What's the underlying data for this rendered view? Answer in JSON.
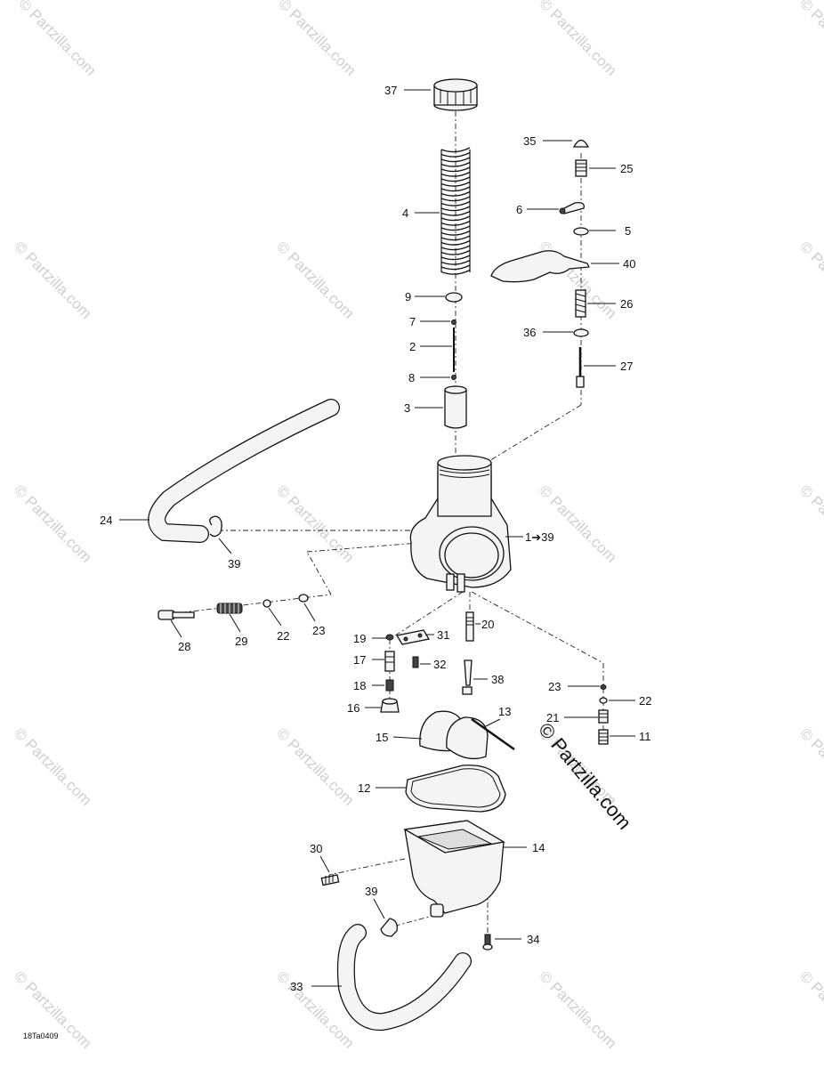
{
  "watermark": {
    "text": "© Partzilla.com",
    "color": "#cfcfcf"
  },
  "copyright": {
    "text": "© Partzilla.com"
  },
  "drawing_code": "18Ta0409",
  "callouts": {
    "c37": "37",
    "c4": "4",
    "c9": "9",
    "c7": "7",
    "c2": "2",
    "c8": "8",
    "c3": "3",
    "c35": "35",
    "c25": "25",
    "c6": "6",
    "c5": "5",
    "c40": "40",
    "c26": "26",
    "c36": "36",
    "c27": "27",
    "c24": "24",
    "c39a": "39",
    "c1": "1➔39",
    "c28": "28",
    "c29": "29",
    "c22a": "22",
    "c23a": "23",
    "c20": "20",
    "c19": "19",
    "c31": "31",
    "c17": "17",
    "c32": "32",
    "c18": "18",
    "c38": "38",
    "c16": "16",
    "c13": "13",
    "c23b": "23",
    "c22b": "22",
    "c21": "21",
    "c11": "11",
    "c15": "15",
    "c12": "12",
    "c30": "30",
    "c14": "14",
    "c39b": "39",
    "c34": "34",
    "c33": "33"
  }
}
